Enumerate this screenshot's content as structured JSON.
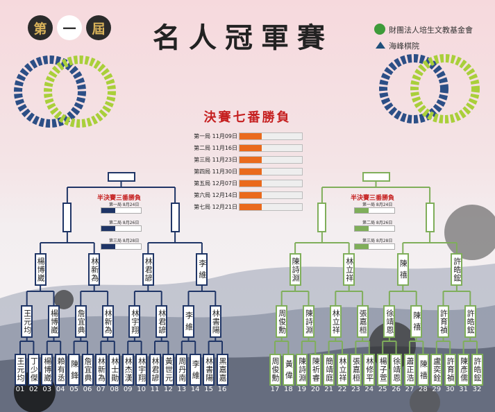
{
  "header": {
    "edition": [
      "第",
      "一",
      "屆"
    ],
    "title": "名人冠軍賽",
    "org1": "財團法人培生文教基金會",
    "org2": "海峰棋院"
  },
  "final": {
    "title": "決賽七番勝負",
    "games": [
      {
        "label": "第一局 11月09日",
        "progress": 0.35
      },
      {
        "label": "第二局 11月16日",
        "progress": 0.35
      },
      {
        "label": "第三局 11月23日",
        "progress": 0.35
      },
      {
        "label": "第四局 11月30日",
        "progress": 0.35
      },
      {
        "label": "第五局 12月07日",
        "progress": 0.35
      },
      {
        "label": "第六局 12月14日",
        "progress": 0.35
      },
      {
        "label": "第七局 12月21日",
        "progress": 0.35
      }
    ]
  },
  "semis": {
    "title": "半決賽三番勝負",
    "games": [
      "第一局 8月24日",
      "第二局 8月26日",
      "第三局 8月28日"
    ]
  },
  "bracket": {
    "r1": [
      "王元均",
      "丁少傑",
      "楊博崴",
      "賴有丞",
      "陳 鋒",
      "詹宜典",
      "林新為",
      "林士勛",
      "林杰漢",
      "林宇翔",
      "林君諺",
      "黃世元",
      "周丹南",
      "李 維",
      "林書陽",
      "黑嘉嘉",
      "周俊勳",
      "黃 偉",
      "陳詩淵",
      "陳祈睿",
      "簡靖庭",
      "林立祥",
      "張嘉桓",
      "林修平",
      "楊子萱",
      "徐靖恩",
      "蕭正浩",
      "陳 禧",
      "盧奕銓",
      "許育禎",
      "陳彥儒",
      "許皓鋐"
    ],
    "nums": [
      "01",
      "02",
      "03",
      "04",
      "05",
      "06",
      "07",
      "08",
      "09",
      "10",
      "11",
      "12",
      "13",
      "14",
      "15",
      "16",
      "17",
      "18",
      "19",
      "20",
      "21",
      "22",
      "23",
      "24",
      "25",
      "26",
      "27",
      "28",
      "29",
      "30",
      "31",
      "32"
    ],
    "r2": [
      "王元均",
      "楊博崴",
      "詹宜典",
      "林新為",
      "林宇翔",
      "林君諺",
      "李 維",
      "林書陽",
      "周俊勳",
      "陳詩淵",
      "林立祥",
      "張嘉桓",
      "徐靖恩",
      "陳 禧",
      "許育禎",
      "許皓鋐"
    ],
    "r3": [
      "楊博崴",
      "林新為",
      "林君諺",
      "李 維",
      "陳詩淵",
      "林立祥",
      "陳 禧",
      "許皓鋐"
    ]
  },
  "colors": {
    "left": "#1f3566",
    "right": "#7fae5a",
    "accent": "#ea6a1d",
    "title_red": "#c51f1f"
  }
}
